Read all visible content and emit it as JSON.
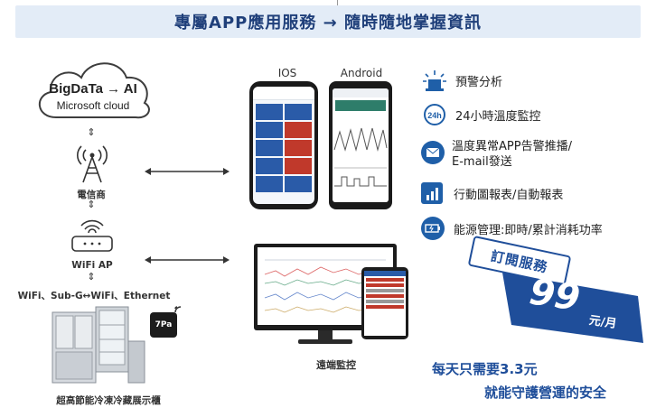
{
  "header": {
    "title": "專屬APP應用服務 → 隨時隨地掌握資訊"
  },
  "cloud": {
    "line1": "BigDaTa → AI",
    "line2": "Microsoft cloud"
  },
  "left_chain": {
    "telecom_label": "電信商",
    "wifi_label": "WiFi AP",
    "connectivity_label": "WiFi、Sub-G↔WiFi、Ethernet",
    "fridge_caption": "超高節能冷凍冷藏展示櫃",
    "sensor_brand": "7Pa"
  },
  "phones": {
    "ios_label": "IOS",
    "android_label": "Android"
  },
  "remote": {
    "label": "遠端監控"
  },
  "features": [
    {
      "icon": "alarm-icon",
      "text": "預警分析"
    },
    {
      "icon": "clock-24h-icon",
      "text": "24小時溫度監控"
    },
    {
      "icon": "mail-alert-icon",
      "text": "溫度異常APP告警推播/\nE-mail發送"
    },
    {
      "icon": "bar-chart-icon",
      "text": "行動圖報表/自動報表"
    },
    {
      "icon": "battery-icon",
      "text": "能源管理:即時/累計消耗功率"
    }
  ],
  "subscription": {
    "badge": "訂閱服務",
    "price": "99",
    "unit": "元/月",
    "slogan1": "每天只需要3.3元",
    "slogan2": "就能守護營運的安全"
  },
  "colors": {
    "brand": "#1f4e9a",
    "accent": "#2a6fbd",
    "header_bg": "#e3ecf7",
    "alert_red": "#c0392b"
  }
}
